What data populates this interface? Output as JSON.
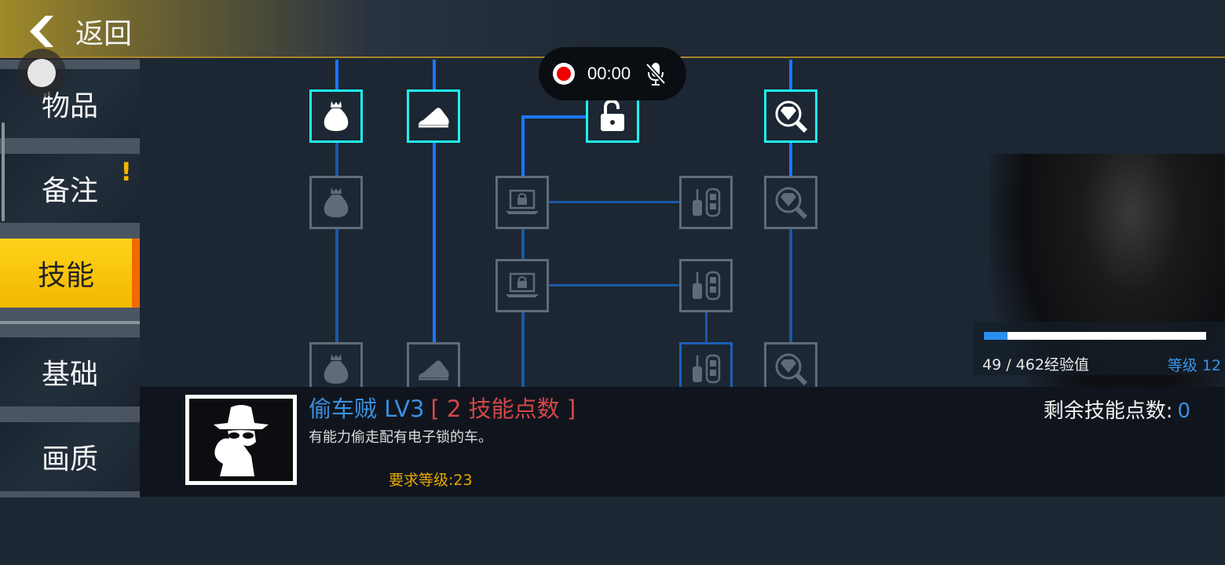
{
  "header": {
    "back_label": "返回"
  },
  "sidebar": {
    "items": [
      {
        "label": "物品"
      },
      {
        "label": "备注",
        "badge": "!"
      },
      {
        "label": "技能",
        "active": true
      },
      {
        "label": "基础"
      },
      {
        "label": "画质"
      }
    ]
  },
  "recorder": {
    "time": "00:00"
  },
  "tree": {
    "nodes": [
      {
        "icon": "money-bag",
        "state": "unlocked"
      },
      {
        "icon": "shoe",
        "state": "unlocked"
      },
      {
        "icon": "unlocked-padlock",
        "state": "unlocked"
      },
      {
        "icon": "diamond-magnifier",
        "state": "unlocked"
      },
      {
        "icon": "money-bag",
        "state": "locked"
      },
      {
        "icon": "laptop-lock",
        "state": "locked"
      },
      {
        "icon": "car-key-fob",
        "state": "locked"
      },
      {
        "icon": "diamond-magnifier",
        "state": "locked"
      },
      {
        "icon": "laptop-lock",
        "state": "locked"
      },
      {
        "icon": "car-key-fob",
        "state": "locked"
      },
      {
        "icon": "money-bag",
        "state": "locked"
      },
      {
        "icon": "shoe",
        "state": "locked"
      },
      {
        "icon": "car-key-fob",
        "state": "selected"
      },
      {
        "icon": "diamond-magnifier",
        "state": "locked"
      }
    ]
  },
  "xp": {
    "text": "49 / 462经验值",
    "current": 49,
    "max": 462,
    "level_label": "等级 12"
  },
  "skill": {
    "name": "偷车贼 LV3",
    "cost": "[ 2 技能点数 ]",
    "description": "有能力偷走配有电子锁的车。",
    "requirement": "要求等级:23"
  },
  "remaining": {
    "label": "剩余技能点数:",
    "value": "0"
  },
  "colors": {
    "active_border": "#1ef0f0",
    "tab_active": "#ffd21a",
    "accent_blue": "#3a8fe0"
  }
}
